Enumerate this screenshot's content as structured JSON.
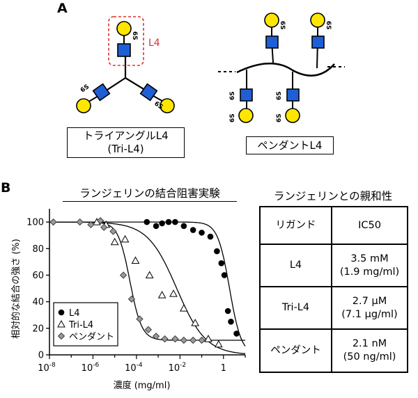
{
  "panelA": {
    "letter": "A",
    "tri_caption_line1": "トライアングルL4",
    "tri_caption_line2": "(Tri-L4)",
    "pend_caption": "ペンダントL4",
    "highlight_label": "L4",
    "link_label": "6S",
    "colors": {
      "galactose": "#ffe600",
      "glcnac": "#1f5fd6",
      "highlight": "#e03030"
    }
  },
  "panelB": {
    "letter": "B",
    "chart_title": "ランジェリンの結合阻害実験",
    "table_title": "ランジェリンとの親和性",
    "table": {
      "headers": [
        "リガンド",
        "IC50"
      ],
      "rows": [
        {
          "ligand": "L4",
          "ic50_line1": "3.5 mM",
          "ic50_line2": "(1.9 mg/ml)"
        },
        {
          "ligand": "Tri-L4",
          "ic50_line1": "2.7 μM",
          "ic50_line2": "(7.1 μg/ml)"
        },
        {
          "ligand": "ペンダント",
          "ic50_line1": "2.1 nM",
          "ic50_line2": "(50 ng/ml)"
        }
      ]
    }
  },
  "chart_data": {
    "type": "scatter",
    "title": "ランジェリンの結合阻害実験",
    "xlabel": "濃度 (mg/ml)",
    "ylabel": "相対的な結合の強さ (%)",
    "x_scale": "log",
    "xlim": [
      1e-08,
      10
    ],
    "ylim": [
      0,
      110
    ],
    "x_ticks": [
      "10⁻⁸",
      "10⁻⁶",
      "10⁻⁴",
      "10⁻²",
      "1"
    ],
    "x_tick_values": [
      1e-08,
      1e-06,
      0.0001,
      0.01,
      1
    ],
    "y_ticks": [
      0,
      20,
      40,
      60,
      80,
      100
    ],
    "legend_position": "bottom-left",
    "series": [
      {
        "name": "L4",
        "marker": "filled-circle",
        "color": "#000000",
        "points": [
          [
            0.0003,
            100
          ],
          [
            0.0008,
            97
          ],
          [
            0.0015,
            99
          ],
          [
            0.003,
            100
          ],
          [
            0.006,
            100
          ],
          [
            0.015,
            97
          ],
          [
            0.04,
            94
          ],
          [
            0.1,
            92
          ],
          [
            0.25,
            89
          ],
          [
            0.5,
            78
          ],
          [
            0.8,
            69
          ],
          [
            1.1,
            60
          ],
          [
            1.6,
            33
          ],
          [
            2.2,
            25
          ],
          [
            4.0,
            16
          ]
        ],
        "fit": {
          "ic50": 1.9,
          "hill": 1.6,
          "top": 100,
          "bottom": 0
        }
      },
      {
        "name": "Tri-L4",
        "marker": "open-triangle",
        "color": "#000000",
        "points": [
          [
            1.5e-06,
            100
          ],
          [
            4e-06,
            98
          ],
          [
            1e-05,
            85
          ],
          [
            3e-05,
            87
          ],
          [
            9e-05,
            71
          ],
          [
            0.0004,
            60
          ],
          [
            0.0015,
            45
          ],
          [
            0.005,
            46
          ],
          [
            0.015,
            35
          ],
          [
            0.05,
            24
          ],
          [
            0.2,
            12
          ],
          [
            0.6,
            8
          ]
        ],
        "fit": {
          "ic50": 0.0071,
          "hill": 0.65,
          "top": 100,
          "bottom": 0
        }
      },
      {
        "name": "ペンダント",
        "marker": "gray-diamond",
        "color": "#9a9a9a",
        "points": [
          [
            1.5e-08,
            100
          ],
          [
            2.5e-07,
            100
          ],
          [
            8e-07,
            98
          ],
          [
            2.2e-06,
            101
          ],
          [
            3.2e-06,
            96
          ],
          [
            8.5e-06,
            93
          ],
          [
            2.5e-05,
            60
          ],
          [
            6e-05,
            42
          ],
          [
            0.00014,
            27
          ],
          [
            0.00035,
            19
          ],
          [
            0.0008,
            14
          ],
          [
            0.002,
            12
          ],
          [
            0.006,
            12
          ],
          [
            0.015,
            11
          ],
          [
            0.04,
            11
          ],
          [
            0.1,
            11
          ]
        ],
        "fit": {
          "ic50": 5e-05,
          "hill": 1.6,
          "top": 100,
          "bottom": 11
        }
      }
    ]
  }
}
